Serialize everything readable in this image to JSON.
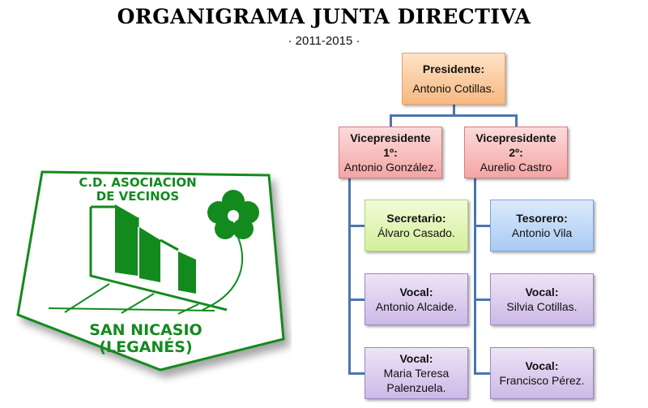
{
  "header": {
    "title": "ORGANIGRAMA JUNTA DIRECTIVA",
    "subtitle": "· 2011-2015 ·"
  },
  "logo": {
    "line1": "C.D. ASOCIACION",
    "line2": "DE VECINOS",
    "line3": "SAN NICASIO",
    "line4": "(LEGANÉS)",
    "color": "#138a1e"
  },
  "chart": {
    "president": {
      "role": "Presidente:",
      "name": "Antonio Cotillas."
    },
    "vp1": {
      "role": "Vicepresidente 1º:",
      "name": "Antonio González."
    },
    "vp2": {
      "role": "Vicepresidente 2º:",
      "name": "Aurelio Castro"
    },
    "secretario": {
      "role": "Secretario:",
      "name": "Álvaro Casado."
    },
    "tesorero": {
      "role": "Tesorero:",
      "name": "Antonio Vila"
    },
    "vocal1": {
      "role": "Vocal:",
      "name": "Antonio Alcaide."
    },
    "vocal2": {
      "role": "Vocal:",
      "name": "Silvia Cotillas."
    },
    "vocal3": {
      "role": "Vocal:",
      "name": "Maria Teresa Palenzuela."
    },
    "vocal4": {
      "role": "Vocal:",
      "name": "Francisco Pérez."
    }
  }
}
